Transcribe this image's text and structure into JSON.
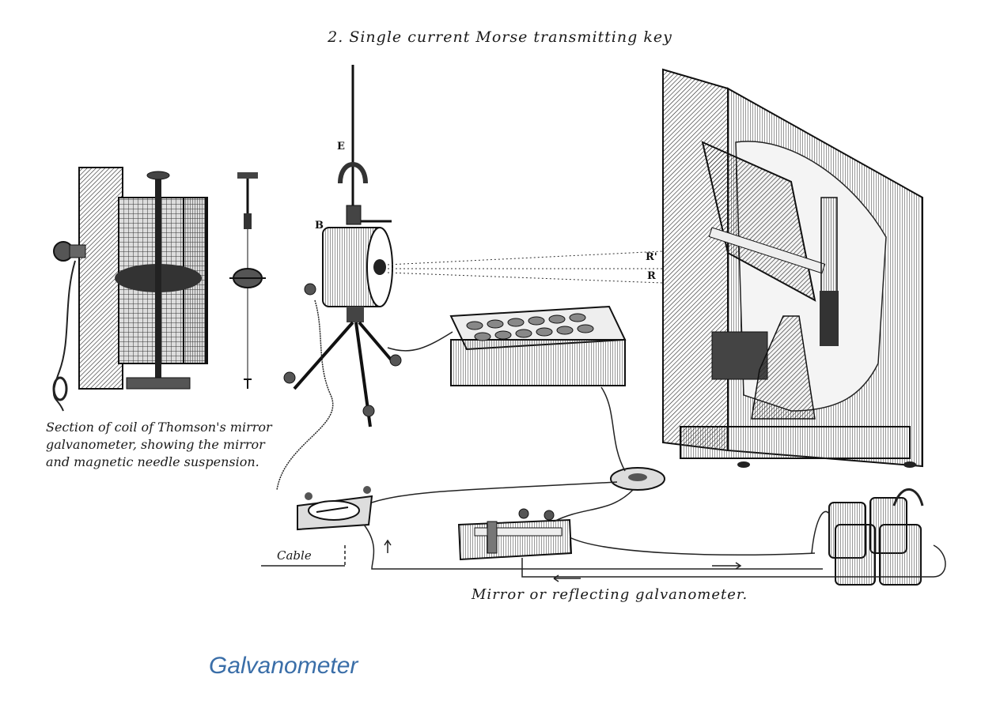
{
  "slide": {
    "title": "Galvanometer",
    "title_color": "#3a6ea8"
  },
  "engraving": {
    "heading": "2. Single current Morse transmitting key",
    "section_caption": "Section of coil of Thomson's mirror galvanometer, showing the mirror and magnetic needle suspension.",
    "main_caption": "Mirror or reflecting galvanometer.",
    "cable_label": "Cable",
    "letters": {
      "e": "E",
      "b": "B",
      "r_top": "R'",
      "r_bottom": "R"
    }
  }
}
